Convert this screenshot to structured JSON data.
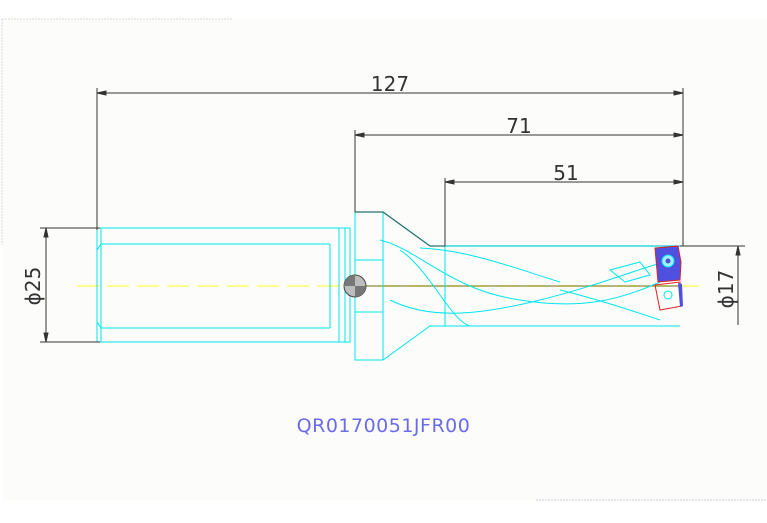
{
  "drawing": {
    "part_number": "QR0170051JFR00",
    "dimensions": {
      "overall_length": "127",
      "body_length": "71",
      "flute_length": "51",
      "shank_diameter": "ϕ25",
      "drill_diameter": "ϕ17"
    },
    "colors": {
      "outline": "#00e5ee",
      "dimension": "#333333",
      "centerline": "#ffff66",
      "insert_fill": "#5050e0",
      "insert_outline": "#e02020",
      "part_label": "#6b6bea"
    }
  }
}
